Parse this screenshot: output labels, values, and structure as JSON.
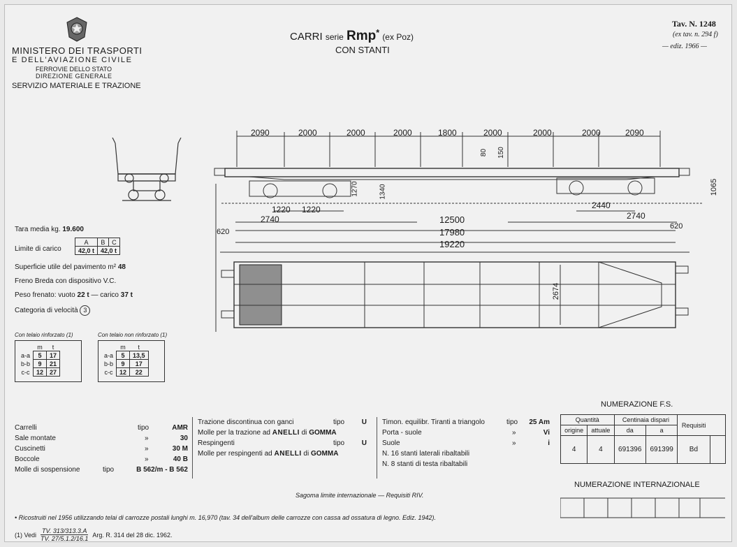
{
  "header": {
    "ministry": [
      "MINISTERO DEI TRASPORTI",
      "E DELL'AVIAZIONE CIVILE"
    ],
    "railway": [
      "FERROVIE DELLO STATO",
      "DIREZIONE GENERALE"
    ],
    "service": "SERVIZIO MATERIALE E TRAZIONE",
    "title_prefix": "CARRI",
    "title_serie": "serie",
    "title_code": "Rmp",
    "title_star": "*",
    "title_suffix": "(ex Poz)",
    "subtitle": "CON STANTI",
    "tav": "Tav. N. 1248",
    "tav_ex": "(ex tav. n. 294 f)",
    "edition": "— ediz. 1966 —"
  },
  "specs": {
    "tara_label": "Tara media kg.",
    "tara_value": "19.600",
    "limite_label": "Limite di carico",
    "limite_cols": [
      "A",
      "B",
      "C"
    ],
    "limite_values": [
      "42,0 t",
      "42,0 t"
    ],
    "superficie_label": "Superficie utile del pavimento m²",
    "superficie_value": "48",
    "freno": "Freno Breda con dispositivo V.C.",
    "peso_label": "Peso frenato: vuoto",
    "peso_vuoto": "22 t",
    "peso_sep": "— carico",
    "peso_carico": "37 t",
    "velocita_label": "Categoria di velocità",
    "velocita_value": "3"
  },
  "telaio": {
    "rinforzato_title": "Con telaio rinforzato (1)",
    "non_rinforzato_title": "Con telaio non rinforzato (1)",
    "headers": [
      "m",
      "t"
    ],
    "rinforzato_rows": [
      [
        "a-a",
        "5",
        "17"
      ],
      [
        "b-b",
        "9",
        "21"
      ],
      [
        "c-c",
        "12",
        "27"
      ]
    ],
    "non_rinforzato_rows": [
      [
        "a-a",
        "5",
        "13,5"
      ],
      [
        "b-b",
        "9",
        "17"
      ],
      [
        "c-c",
        "12",
        "22"
      ]
    ]
  },
  "drawing": {
    "top_dims": [
      "2090",
      "2000",
      "2000",
      "2000",
      "1800",
      "2000",
      "2000",
      "2000",
      "2090"
    ],
    "stanti_dims": [
      "80",
      "150"
    ],
    "side_dims": [
      "1270",
      "1340",
      "1065"
    ],
    "bogie_dims": [
      "1220",
      "1220",
      "2440"
    ],
    "dim_2740": "2740",
    "dim_12500": "12500",
    "dim_17980": "17980",
    "dim_19220": "19220",
    "dim_620": "620",
    "dim_2674": "2674"
  },
  "components": {
    "col1": [
      {
        "label": "Carrelli",
        "tipo": "tipo",
        "value": "AMR"
      },
      {
        "label": "Sale montate",
        "tipo": "»",
        "value": "30"
      },
      {
        "label": "Cuscinetti",
        "tipo": "»",
        "value": "30 M"
      },
      {
        "label": "Boccole",
        "tipo": "»",
        "value": "40 B"
      },
      {
        "label": "Molle di sospensione",
        "tipo": "tipo",
        "value": "B 562/m - B 562"
      }
    ],
    "col2": [
      {
        "label": "Trazione discontinua con ganci",
        "tipo": "tipo",
        "value": "U"
      },
      {
        "label": "Molle per la trazione ad",
        "strong": "ANELLI",
        "mid": "di",
        "value": "GOMMA"
      },
      {
        "label": "Respingenti",
        "tipo": "tipo",
        "value": "U"
      },
      {
        "label": "Molle per respingenti ad",
        "strong": "ANELLI",
        "mid": "di",
        "value": "GOMMA"
      }
    ],
    "col3": [
      {
        "label": "Timon. equilibr. Tiranti a triangolo",
        "tipo": "tipo",
        "value": "25 Am"
      },
      {
        "label": "Porta - suole",
        "tipo": "»",
        "value": "Vi"
      },
      {
        "label": "Suole",
        "tipo": "»",
        "value": "i"
      },
      {
        "label": "N. 16 stanti laterali ribaltabili",
        "tipo": "",
        "value": ""
      },
      {
        "label": "N.  8 stanti di testa ribaltabili",
        "tipo": "",
        "value": ""
      }
    ]
  },
  "numerazione_fs": {
    "title": "NUMERAZIONE F.S.",
    "h_quantita": "Quantità",
    "h_centinaia": "Centinaia dispari",
    "h_requisiti": "Requisiti",
    "h_origine": "origine",
    "h_attuale": "attuale",
    "h_da": "da",
    "h_a": "a",
    "row": [
      "4",
      "4",
      "691396",
      "691399",
      "Bd"
    ]
  },
  "numerazione_int": {
    "title": "NUMERAZIONE INTERNAZIONALE"
  },
  "footer": {
    "sagoma": "Sagoma limite internazionale — Requisiti RIV.",
    "note_star": "•  Ricostruiti nel 1956 utilizzando telai di carrozze postali lunghi m. 16,970 (tav. 34 dell'album delle carrozze con cassa ad ossatura di legno. Ediz. 1942).",
    "note1_prefix": "(1) Vedi",
    "note1_num": "TV. 313/313.3.A",
    "note1_den": "TV. 27/5.1.2/16.1",
    "note1_suffix": "Arg. R. 314 del 28 dic. 1962."
  }
}
